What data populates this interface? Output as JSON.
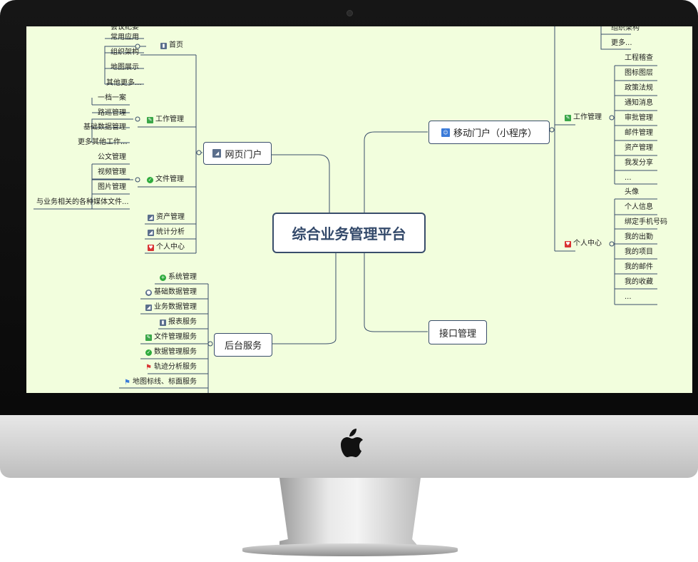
{
  "center": {
    "label": "综合业务管理平台"
  },
  "main_nodes": {
    "web": "网页门户",
    "mobile": "移动门户（小程序）",
    "backend": "后台服务",
    "api": "接口管理"
  },
  "web": {
    "home": {
      "label": "首页",
      "children": [
        "常用应用",
        "组织架构",
        "地图展示",
        "其他更多..."
      ]
    },
    "work": {
      "label": "工作管理",
      "children": [
        "一档一案",
        "路巡管理",
        "基础数据管理",
        "更多其他工作..."
      ]
    },
    "docs": {
      "label": "文件管理",
      "children": [
        "公文管理",
        "视频管理",
        "图片管理",
        "与业务相关的各种媒体文件..."
      ]
    },
    "assets": {
      "label": "资产管理"
    },
    "stats": {
      "label": "统计分析"
    },
    "personal": {
      "label": "个人中心"
    }
  },
  "mobile": {
    "top_children": [
      "组织架构",
      "更多..."
    ],
    "work": {
      "label": "工作管理",
      "children": [
        "工程稽查",
        "图标图层",
        "政策法规",
        "通知消息",
        "审批管理",
        "邮件管理",
        "资产管理",
        "我发分享",
        "..."
      ]
    },
    "personal": {
      "label": "个人中心",
      "children": [
        "头像",
        "个人信息",
        "绑定手机号码",
        "我的出勤",
        "我的项目",
        "我的邮件",
        "我的收藏",
        "..."
      ]
    }
  },
  "backend": {
    "items": [
      "系统管理",
      "基础数据管理",
      "业务数据管理",
      "报表服务",
      "文件管理服务",
      "数据管理服务",
      "轨迹分析服务",
      "地图标线、标面服务"
    ]
  },
  "icons": {
    "home": "bar-chart-icon",
    "work": "edit-icon",
    "docs": "check-icon",
    "assets": "area-chart-icon",
    "stats": "area-chart-icon",
    "personal": "heart-icon",
    "web": "area-chart-icon",
    "mobile": "contacts-icon",
    "logo": "apple-logo"
  },
  "colors": {
    "screen_bg": "#f2fedd",
    "node_border": "#394d6b",
    "center_text": "#33496a",
    "line": "#394d6b"
  }
}
